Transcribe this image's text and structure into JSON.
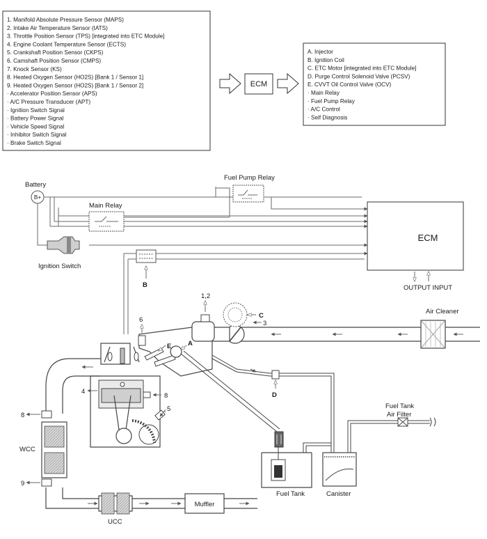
{
  "inputs": [
    "1. Manifold Absolute Pressure Sensor (MAPS)",
    "2. Intake Air Temperature Sensor (IATS)",
    "3. Throttle Position Sensor (TPS) [integrated into ETC Module]",
    "4. Engine Coolant Temperature Sensor (ECTS)",
    "5. Crankshaft Position Sensor (CKPS)",
    "6. Camshaft Position Sensor (CMPS)",
    "7. Knock Sensor (KS)",
    "8. Heated Oxygen Sensor (HO2S) [Bank 1 / Sensor 1]",
    "9. Heated Oxygen Sensor (HO2S) [Bank 1 / Sensor 2]",
    "· Accelerator Position Sensor (APS)",
    "· A/C Pressure Transducer (APT)",
    "· Ignition Switch Signal",
    "· Battery Power Signal",
    "· Vehicle Speed Signal",
    "· Inhibitor Switch Signal",
    "· Brake Switch Signal"
  ],
  "center_ecm": "ECM",
  "outputs": [
    "A. Injector",
    "B. Ignition Coil",
    "C. ETC Motor [integrated into ETC Module]",
    "D. Purge Control Solenoid Valve (PCSV)",
    "E. CVVT Oil Control Valve (OCV)",
    "· Main Relay",
    "· Fuel Pump Relay",
    "· A/C Control",
    "· Self Diagnosis"
  ],
  "labels": {
    "battery": "Battery",
    "bplus": "B+",
    "fuel_pump_relay": "Fuel Pump Relay",
    "main_relay": "Main Relay",
    "ecm": "ECM",
    "ignition_switch": "Ignition Switch",
    "b": "B",
    "output_input": "OUTPUT INPUT",
    "n12": "1,2",
    "c": "C",
    "n3": "3",
    "air_cleaner": "Air Cleaner",
    "n6": "6",
    "e": "E",
    "a": "A",
    "n4": "4",
    "n8a": "8",
    "n5": "5",
    "d": "D",
    "fuel_tank_air_filter_1": "Fuel Tank",
    "fuel_tank_air_filter_2": "Air Filter",
    "n8b": "8",
    "wcc": "WCC",
    "n9": "9",
    "fuel_tank": "Fuel Tank",
    "canister": "Canister",
    "muffler": "Muffler",
    "ucc": "UCC"
  }
}
